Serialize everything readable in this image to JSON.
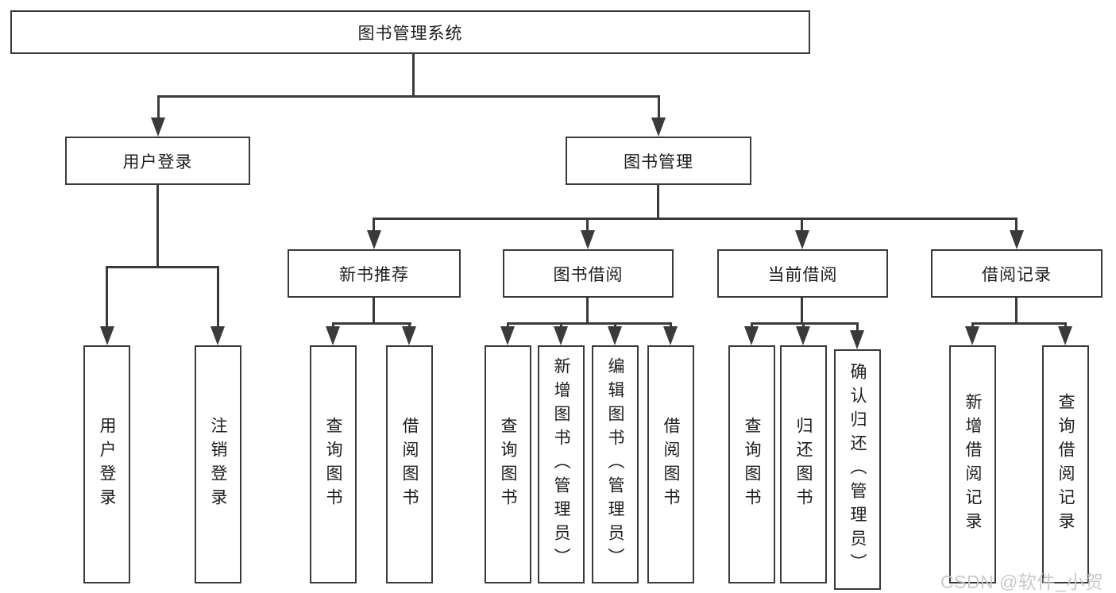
{
  "diagram": {
    "root": {
      "label": "图书管理系统"
    },
    "level1": [
      {
        "label": "用户登录"
      },
      {
        "label": "图书管理"
      }
    ],
    "level2": [
      {
        "label": "新书推荐"
      },
      {
        "label": "图书借阅"
      },
      {
        "label": "当前借阅"
      },
      {
        "label": "借阅记录"
      }
    ],
    "leaves": {
      "user_login": [
        {
          "label": "用户登录"
        },
        {
          "label": "注销登录"
        }
      ],
      "new_book_recommendation": [
        {
          "label": "查询图书"
        },
        {
          "label": "借阅图书"
        }
      ],
      "book_borrowing": [
        {
          "label": "查询图书"
        },
        {
          "label": "新增图书（管理员）"
        },
        {
          "label": "编辑图书（管理员）"
        },
        {
          "label": "借阅图书"
        }
      ],
      "current_borrowing": [
        {
          "label": "查询图书"
        },
        {
          "label": "归还图书"
        },
        {
          "label": "确认归还（管理员）"
        }
      ],
      "borrowing_records": [
        {
          "label": "新增借阅记录"
        },
        {
          "label": "查询借阅记录"
        }
      ]
    }
  },
  "watermark": {
    "text": "CSDN @软件_小贺同学"
  },
  "colors": {
    "line": "#3a3a3a",
    "background": "#ffffff",
    "text": "#1d1d1d",
    "watermark": "#c6c6c6"
  }
}
